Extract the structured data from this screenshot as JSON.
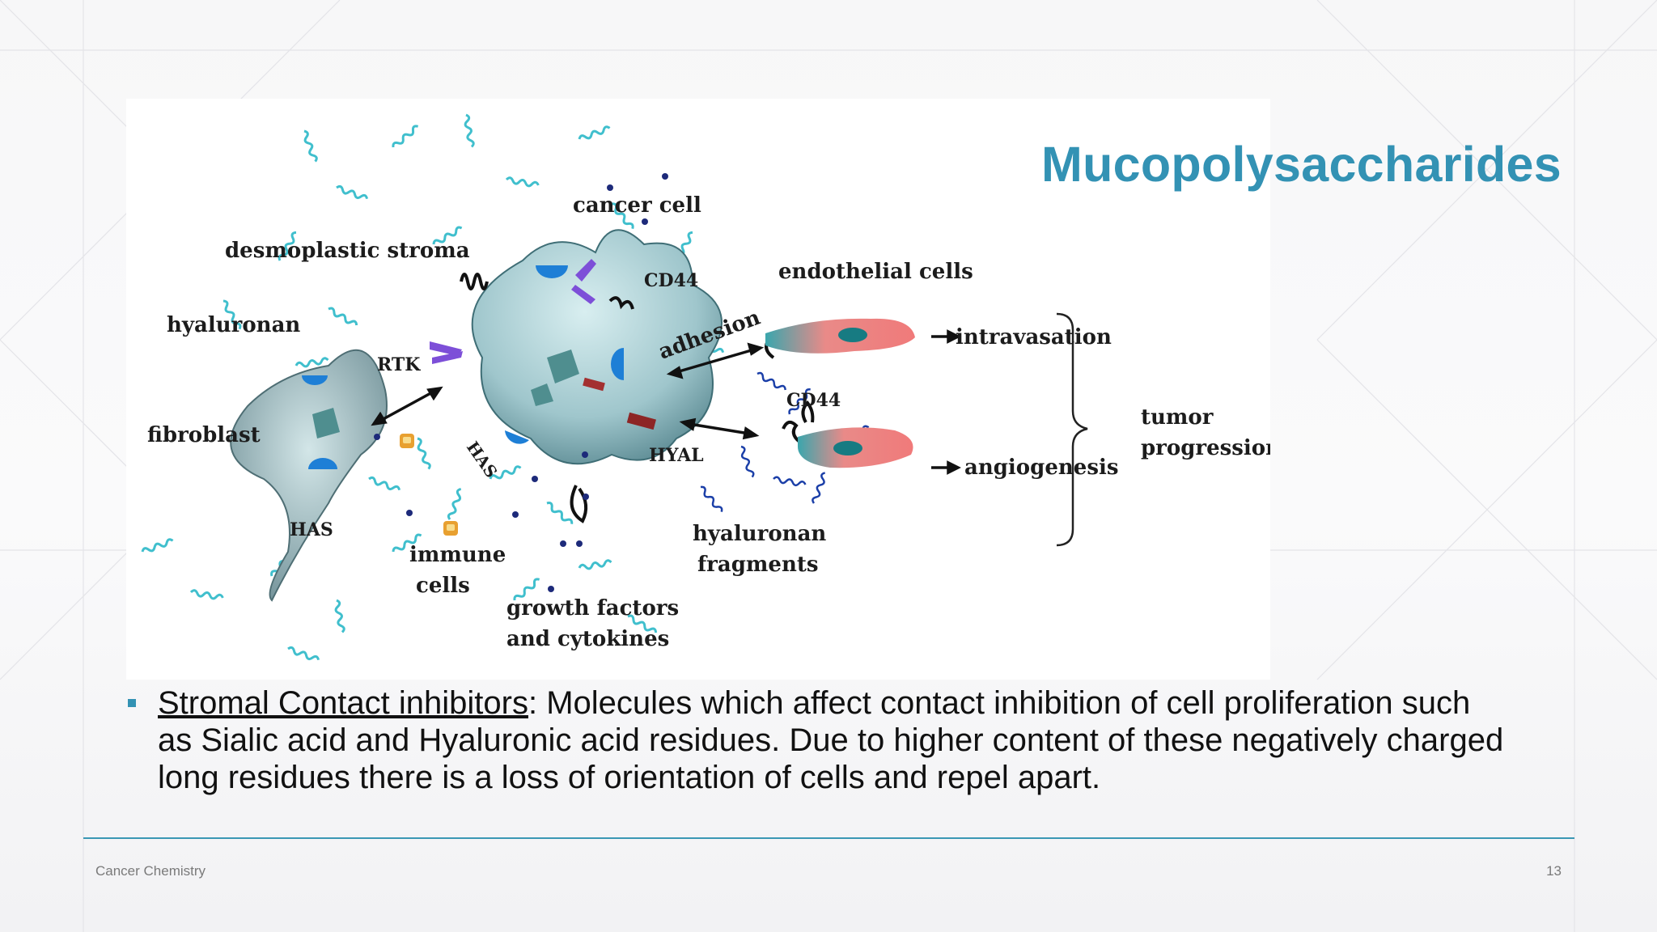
{
  "slide": {
    "title": "Mucopolysaccharides",
    "footer_left": "Cancer Chemistry",
    "page_number": "13"
  },
  "bullet": {
    "term": "Stromal Contact inhibitors",
    "text": ": Molecules which affect contact inhibition of cell proliferation such as Sialic acid and Hyaluronic acid residues. Due to higher content of these negatively charged long residues there is a loss of orientation of cells and repel apart."
  },
  "figure": {
    "labels": {
      "cancer_cell": "cancer cell",
      "desmoplastic_stroma": "desmoplastic stroma",
      "endothelial_cells": "endothelial cells",
      "cd44_top": "CD44",
      "hyaluronan": "hyaluronan",
      "adhesion": "adhesion",
      "intravasation": "intravasation",
      "rtk": "RTK",
      "cd44_mid": "CD44",
      "tumor": "tumor",
      "progression": "progression",
      "fibroblast": "fibroblast",
      "hyal": "HYAL",
      "has_center": "HAS",
      "angiogenesis": "angiogenesis",
      "has_fibroblast": "HAS",
      "hyaluronan_fragments_1": "hyaluronan",
      "hyaluronan_fragments_2": "fragments",
      "immune_1": "immune",
      "immune_2": "cells",
      "growth_1": "growth factors",
      "growth_2": "and cytokines"
    }
  },
  "colors": {
    "accent": "#3392b4",
    "hyaluronan": "#2bb8c8",
    "cell": "#9dc8cc",
    "endothelial": "#e8787a"
  }
}
